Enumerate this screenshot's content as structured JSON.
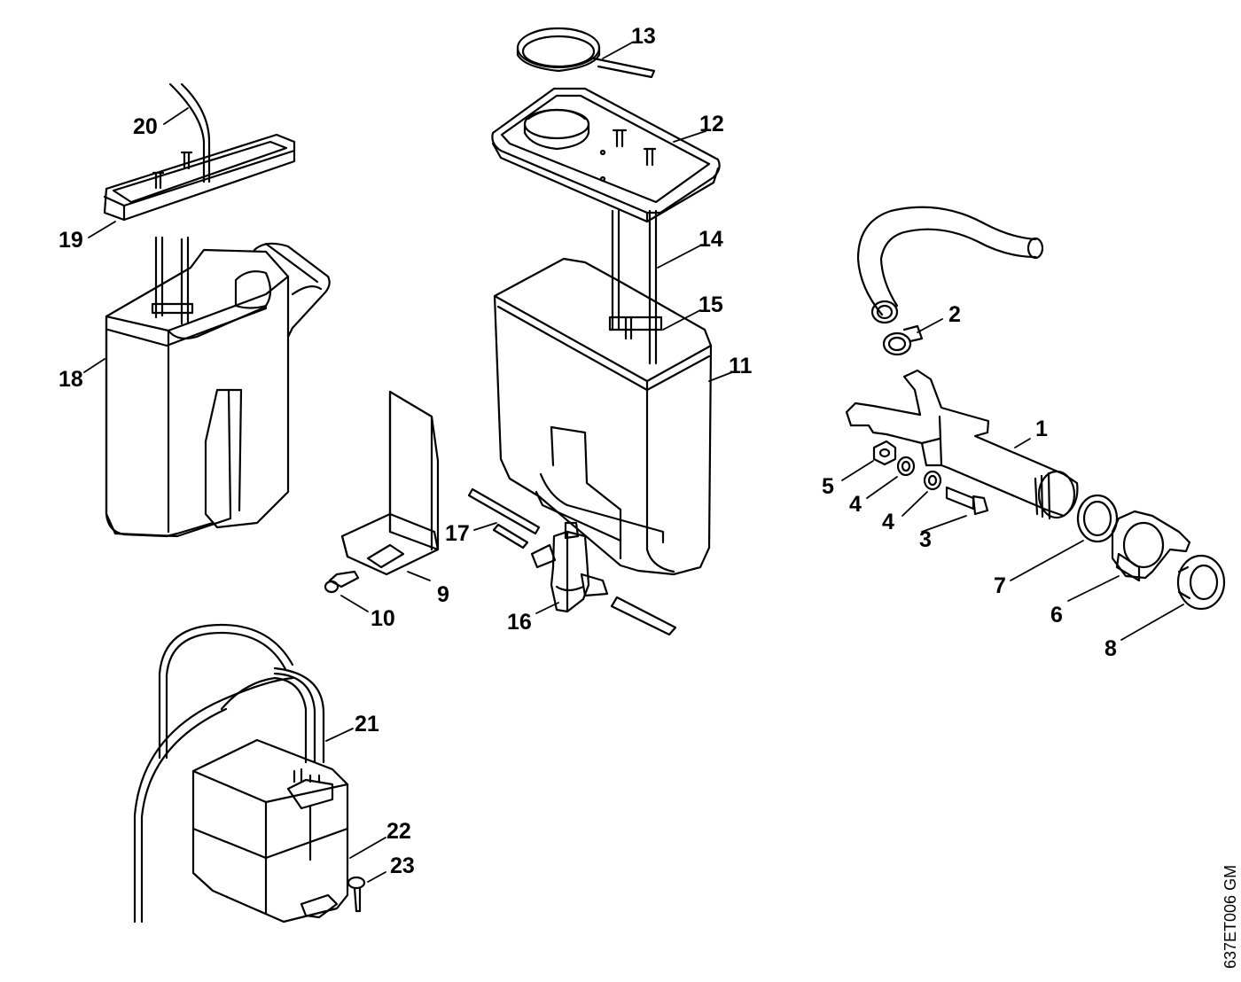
{
  "diagram": {
    "drawing_code": "637ET006 GM",
    "callouts": {
      "c1": "1",
      "c2": "2",
      "c3": "3",
      "c4a": "4",
      "c4b": "4",
      "c5": "5",
      "c6": "6",
      "c7": "7",
      "c8": "8",
      "c9": "9",
      "c10": "10",
      "c11": "11",
      "c12": "12",
      "c13": "13",
      "c14": "14",
      "c15": "15",
      "c16": "16",
      "c17": "17",
      "c18": "18",
      "c19": "19",
      "c20": "20",
      "c21": "21",
      "c22": "22",
      "c23": "23"
    }
  }
}
